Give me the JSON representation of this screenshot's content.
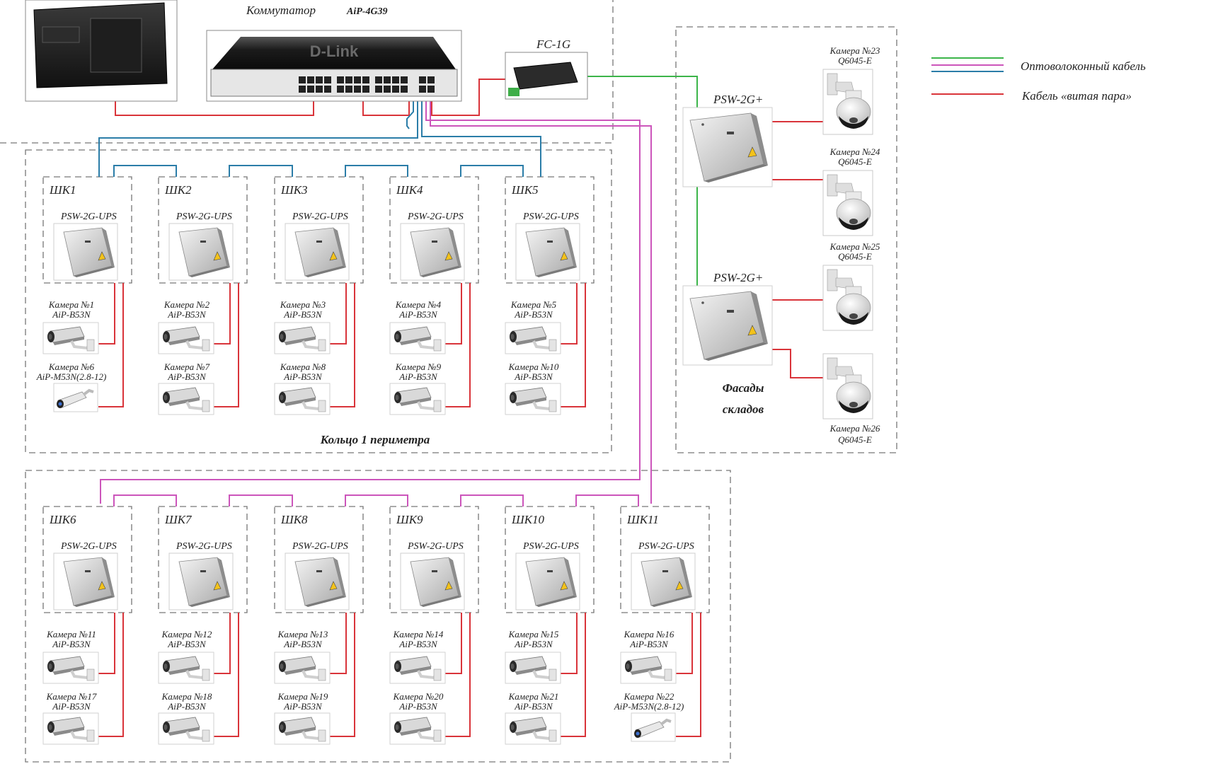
{
  "switch": {
    "prefix": "Коммутатор",
    "model": "AiP-4G39",
    "brand": "D-Link"
  },
  "converter": {
    "label": "FC-1G"
  },
  "legend": {
    "fiber": "Оптоволоконный кабель",
    "twisted": "Кабель «витая пара»"
  },
  "colors": {
    "fiber": "#3cb54a",
    "twisted": "#d9343a",
    "ring1": "#2b7da8",
    "ring2": "#cc55bb",
    "frame": "#777777"
  },
  "ring1": {
    "title": "Кольцо 1 периметра",
    "cabinets": [
      {
        "name": "ШК1",
        "psw": "PSW-2G-UPS",
        "cam_a": {
          "no": "Камера №1",
          "model": "AiP-B53N",
          "type": "box"
        },
        "cam_b": {
          "no": "Камера №6",
          "model": "AiP-M53N(2.8-12)",
          "type": "bullet"
        }
      },
      {
        "name": "ШК2",
        "psw": "PSW-2G-UPS",
        "cam_a": {
          "no": "Камера №2",
          "model": "AiP-B53N",
          "type": "box"
        },
        "cam_b": {
          "no": "Камера №7",
          "model": "AiP-B53N",
          "type": "box"
        }
      },
      {
        "name": "ШК3",
        "psw": "PSW-2G-UPS",
        "cam_a": {
          "no": "Камера №3",
          "model": "AiP-B53N",
          "type": "box"
        },
        "cam_b": {
          "no": "Камера №8",
          "model": "AiP-B53N",
          "type": "box"
        }
      },
      {
        "name": "ШК4",
        "psw": "PSW-2G-UPS",
        "cam_a": {
          "no": "Камера №4",
          "model": "AiP-B53N",
          "type": "box"
        },
        "cam_b": {
          "no": "Камера №9",
          "model": "AiP-B53N",
          "type": "box"
        }
      },
      {
        "name": "ШК5",
        "psw": "PSW-2G-UPS",
        "cam_a": {
          "no": "Камера №5",
          "model": "AiP-B53N",
          "type": "box"
        },
        "cam_b": {
          "no": "Камера №10",
          "model": "AiP-B53N",
          "type": "box"
        }
      }
    ]
  },
  "ring2": {
    "cabinets": [
      {
        "name": "ШК6",
        "psw": "PSW-2G-UPS",
        "cam_a": {
          "no": "Камера №11",
          "model": "AiP-B53N",
          "type": "box"
        },
        "cam_b": {
          "no": "Камера №17",
          "model": "AiP-B53N",
          "type": "box"
        }
      },
      {
        "name": "ШК7",
        "psw": "PSW-2G-UPS",
        "cam_a": {
          "no": "Камера №12",
          "model": "AiP-B53N",
          "type": "box"
        },
        "cam_b": {
          "no": "Камера №18",
          "model": "AiP-B53N",
          "type": "box"
        }
      },
      {
        "name": "ШК8",
        "psw": "PSW-2G-UPS",
        "cam_a": {
          "no": "Камера №13",
          "model": "AiP-B53N",
          "type": "box"
        },
        "cam_b": {
          "no": "Камера №19",
          "model": "AiP-B53N",
          "type": "box"
        }
      },
      {
        "name": "ШК9",
        "psw": "PSW-2G-UPS",
        "cam_a": {
          "no": "Камера №14",
          "model": "AiP-B53N",
          "type": "box"
        },
        "cam_b": {
          "no": "Камера №20",
          "model": "AiP-B53N",
          "type": "box"
        }
      },
      {
        "name": "ШК10",
        "psw": "PSW-2G-UPS",
        "cam_a": {
          "no": "Камера №15",
          "model": "AiP-B53N",
          "type": "box"
        },
        "cam_b": {
          "no": "Камера №21",
          "model": "AiP-B53N",
          "type": "box"
        }
      },
      {
        "name": "ШК11",
        "psw": "PSW-2G-UPS",
        "cam_a": {
          "no": "Камера №16",
          "model": "AiP-B53N",
          "type": "box"
        },
        "cam_b": {
          "no": "Камера №22",
          "model": "AiP-M53N(2.8-12)",
          "type": "bullet"
        }
      }
    ]
  },
  "facades": {
    "title_line1": "Фасады",
    "title_line2": "складов",
    "switches": [
      {
        "label": "PSW-2G+",
        "cams": [
          {
            "no": "Камера №23",
            "model": "Q6045-E"
          },
          {
            "no": "Камера №24",
            "model": "Q6045-E"
          }
        ]
      },
      {
        "label": "PSW-2G+",
        "cams": [
          {
            "no": "Камера №25",
            "model": "Q6045-E"
          },
          {
            "no": "Камера №26",
            "model": "Q6045-E"
          }
        ]
      }
    ]
  }
}
